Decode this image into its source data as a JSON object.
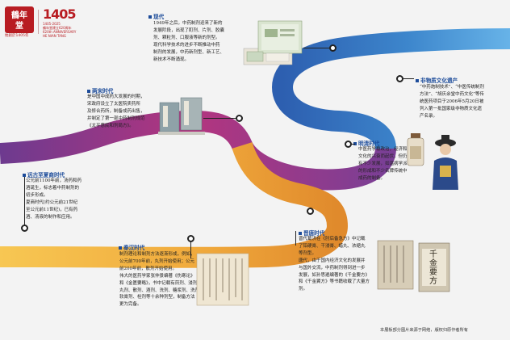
{
  "brand": {
    "seal_text": "鶴年堂",
    "since": "始創於1405年",
    "anniversary_mark": "1405",
    "anniversary_lines": [
      "1405-2025",
      "鶴年堂建立620周年",
      "620th ANNIVERSARY",
      "HE NIAN TANG"
    ]
  },
  "eras": [
    {
      "title": "现代",
      "lines": [
        "1949年之后，中药制剂迎来了新的",
        "发展阶段，出现了酊剂、片剂、胶囊",
        "剂、颗粒剂、口服液等新的剂型。",
        "现代科学技术的进步不断推动中药",
        "制剂的发展，中药新剂型、新工艺、",
        "新技术不断涌现。"
      ]
    },
    {
      "title": "非物质文化遗产",
      "lines": [
        "“中药炮制技术”、“中医传统制剂",
        "方法”、“胡庆余堂中药文化”等传",
        "统医药项目于2006年5月20日被",
        "列入第一批国家级非物质文化遗",
        "产名录。"
      ]
    },
    {
      "title": "两宋时代",
      "lines": [
        "是中国中成药大发展的时期，",
        "宋政府设立了太医院卖药所",
        "及修合药所，制备成药出售，",
        "并制定了第一部中药制剂规范",
        "《太平惠民和剂局方》。"
      ]
    },
    {
      "title": "明清时代",
      "lines": [
        "中医药学稳政治，经济和",
        "文化的兴衰而起伏，但仍",
        "有不少发展，如温病学派",
        "的形成和不少名牌传统中",
        "成药的制备。"
      ]
    },
    {
      "title": "远古至夏商时代",
      "lines": [
        "公元前1100年前，汤药和药",
        "酒诞生，标志着中药制剂的",
        "初步形成。",
        "夏商时代(约公元前21世纪",
        "至公元前11世纪)，已有药",
        "酒、汤液的制作和应用。"
      ]
    },
    {
      "title": "秦汉时代",
      "lines": [
        "制剂理论和制剂方法逐渐形成，例如，",
        "公元前700年前，丸剂开始使用；公元",
        "前200年前，散剂开始使用。",
        "伟大的医药学家张仲景编著《伤寒论》",
        "和《金匮要略》，书中记载有煎剂、浸剂、",
        "丸剂、散剂、酒剂、洗剂、糖浆剂、洗剂、",
        "软膏剂、栓剂等十余种剂型，制备方法",
        "更为完备。"
      ]
    },
    {
      "title": "晋唐时代",
      "lines": [
        "晋代葛洪在《肘后备急方》中记载",
        "了铅硬膏、干浸膏、蜡丸、浓缩丸",
        "等剂型。",
        "唐代，由于国内经济文化的发展并",
        "与国外交流，中药制剂得到进一步",
        "发展，如孙思邈编著的《千金要方》",
        "和《千金翼方》等书籍收载了大量方",
        "剂。"
      ]
    }
  ],
  "book_cover": {
    "title": "千金要方"
  },
  "footnote": "本展板部分图片来源于网络，版权归原作者所有",
  "colors": {
    "title_blue": "#1d4c9a",
    "band_blue": "#2d5fb0",
    "band_light_blue": "#5aa0dc",
    "band_magenta": "#b3357f",
    "band_purple": "#6d3a8f",
    "band_orange": "#f0a93c",
    "band_yellow": "#f5c04a",
    "brand_red": "#b81c22"
  }
}
